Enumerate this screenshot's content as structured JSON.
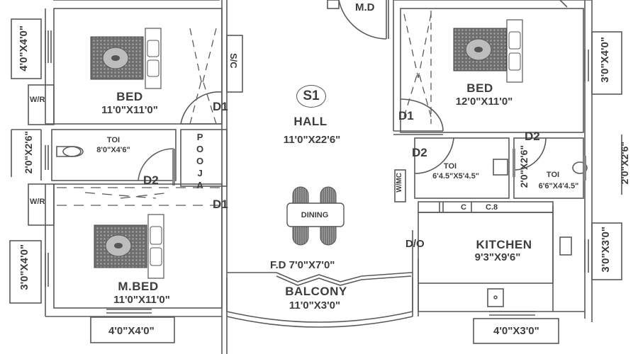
{
  "plan": {
    "type": "residential-floor-plan",
    "unit_tag": "S1",
    "colors": {
      "wall": "#5a5a5a",
      "text": "#3d3d3d",
      "furniture_fill": "#7a7a7a",
      "background": "#ffffff"
    }
  },
  "rooms": {
    "bed_top_left": {
      "name": "BED",
      "size": "11'0\"X11'0\""
    },
    "toi_left": {
      "name": "TOI",
      "size": "8'0\"X4'6\""
    },
    "pooja": {
      "name": "POOJA",
      "letters": [
        "P",
        "O",
        "O",
        "J",
        "A"
      ]
    },
    "mbed": {
      "name": "M.BED",
      "size": "11'0\"X11'0\""
    },
    "hall": {
      "name": "HALL",
      "size": "11'0\"X22'6\""
    },
    "dining": {
      "name": "DINING"
    },
    "fd": {
      "name": "F.D",
      "size": "7'0\"X7'0\""
    },
    "balcony": {
      "name": "BALCONY",
      "size": "11'0\"X3'0\""
    },
    "bed_top_right": {
      "name": "BED",
      "size": "12'0\"X11'0\""
    },
    "toi_mid": {
      "name": "TOI",
      "size": "6'4.5\"X5'4.5\""
    },
    "toi_right": {
      "name": "TOI",
      "size": "6'6\"X4'4.5\""
    },
    "kitchen": {
      "name": "KITCHEN",
      "size": "9'3\"X9'6\""
    }
  },
  "labels": {
    "sc": "S/C",
    "wr_top": "W/R",
    "wr_bottom": "W/R",
    "wmc": "W/MC",
    "md": "M.D",
    "do": "D/O",
    "c": "C",
    "c8": "C.8"
  },
  "doors": {
    "d1_top_left": "D1",
    "d2_left": "D2",
    "d1_mbed": "D1",
    "d1_top_right": "D1",
    "d2_mid": "D2",
    "d2_right": "D2"
  },
  "windows": {
    "left_top": "4'0\"X4'0\"",
    "left_toi": "2'0\"X2'6\"",
    "left_mbed": "3'0\"X4'0\"",
    "bottom_mbed": "4'0\"X4'0\"",
    "right_bed": "3'0\"X4'0\"",
    "mid_toi": "2'0\"X2'6\"",
    "right_toi": "2'0\"X2'6\"",
    "right_kitchen": "3'0\"X3'0\"",
    "bottom_kitchen": "4'0\"X3'0\""
  }
}
